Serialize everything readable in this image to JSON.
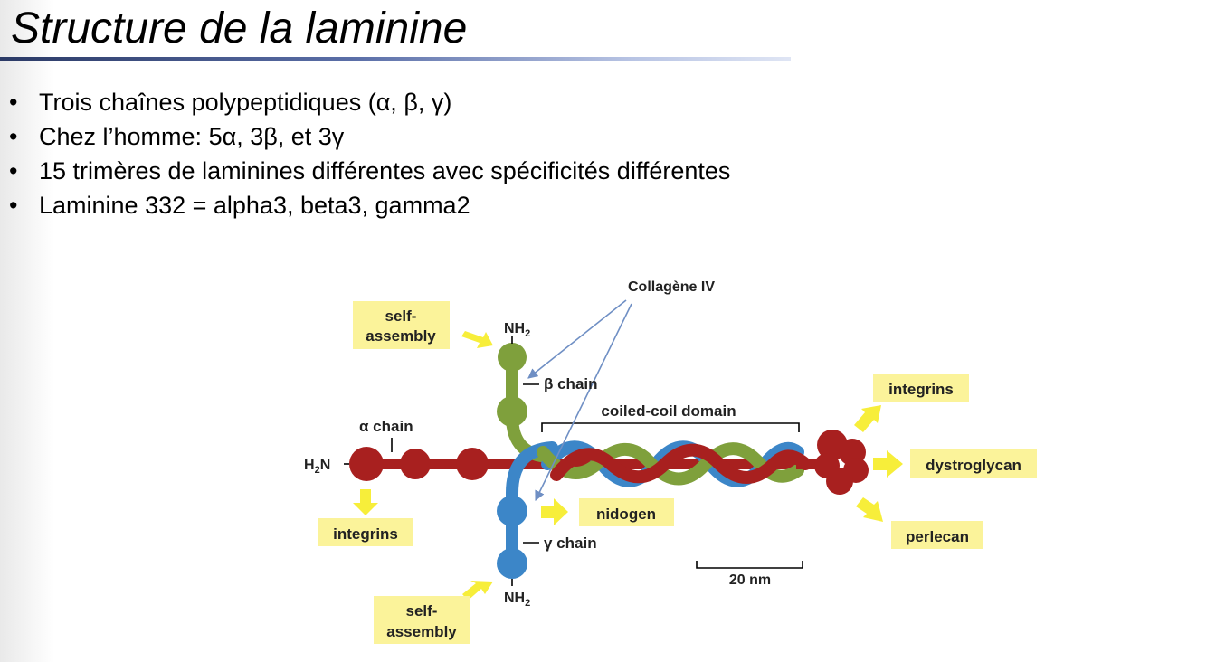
{
  "slide": {
    "title": "Structure de la laminine",
    "bullets": [
      "Trois chaînes polypeptidiques (α, β, γ)",
      "Chez l’homme: 5α, 3β, et 3γ",
      "15 trimères de laminines différentes avec spécificités différentes",
      "Laminine 332 = alpha3, beta3, gamma2"
    ],
    "bullet_glyph": "•"
  },
  "diagram": {
    "labels": {
      "collagen": "Collagène IV",
      "beta_chain": "β chain",
      "alpha_chain": "α chain",
      "gamma_chain": "γ chain",
      "coiled_coil": "coiled-coil domain",
      "scale": "20 nm",
      "h2n": "H",
      "h2n_sub": "2",
      "h2n_end": "N",
      "nh2": "NH",
      "nh2_sub": "2"
    },
    "boxes": {
      "self_assembly_top": [
        "self-",
        "assembly"
      ],
      "self_assembly_bottom": [
        "self-",
        "assembly"
      ],
      "integrins_left": "integrins",
      "nidogen": "nidogen",
      "integrins_right": "integrins",
      "dystroglycan": "dystroglycan",
      "perlecan": "perlecan"
    },
    "colors": {
      "alpha": "#a8201f",
      "beta": "#7fa03c",
      "gamma": "#3c86c8",
      "box": "#fbf39a",
      "arrow": "#f7ee3a",
      "pointer": "#6f8fc4"
    }
  }
}
